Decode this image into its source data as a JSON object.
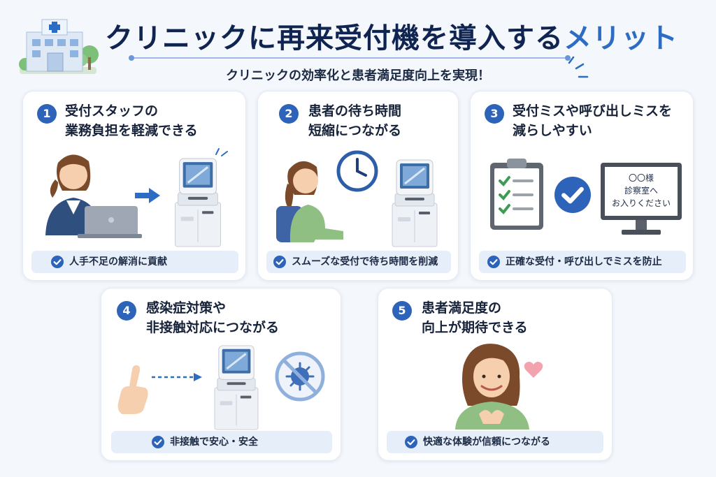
{
  "header": {
    "title_main": "クリニックに再来受付機を導入する",
    "title_accent": "メリット",
    "subtitle": "クリニックの効率化と患者満足度向上を実現！"
  },
  "cards": [
    {
      "number": "1",
      "title_line1": "受付スタッフの",
      "title_line2": "業務負担を軽減できる",
      "benefit": "人手不足の解消に貢献"
    },
    {
      "number": "2",
      "title_line1": "患者の待ち時間",
      "title_line2": "短縮につながる",
      "benefit": "スムーズな受付で待ち時間を削減"
    },
    {
      "number": "3",
      "title_line1": "受付ミスや呼び出しミスを",
      "title_line2": "減らしやすい",
      "benefit": "正確な受付・呼び出しでミスを防止"
    },
    {
      "number": "4",
      "title_line1": "感染症対策や",
      "title_line2": "非接触対応につながる",
      "benefit": "非接触で安心・安全"
    },
    {
      "number": "5",
      "title_line1": "患者満足度の",
      "title_line2": "向上が期待できる",
      "benefit": "快適な体験が信頼につながる"
    }
  ],
  "monitor": {
    "line1": "〇〇様",
    "line2": "診察室へ",
    "line3": "お入りください"
  },
  "colors": {
    "accent": "#2d63b8",
    "title_dark": "#0f2450",
    "title_accent": "#2d6cc4",
    "pill_bg": "#e6eef9",
    "page_bg": "#f4f7fb"
  },
  "icons": [
    "hospital-icon",
    "arrow-right-icon",
    "clock-icon",
    "clipboard-checklist-icon",
    "check-circle-icon",
    "monitor-icon",
    "pointing-hand-icon",
    "no-virus-icon",
    "heart-icon",
    "kiosk-icon"
  ]
}
